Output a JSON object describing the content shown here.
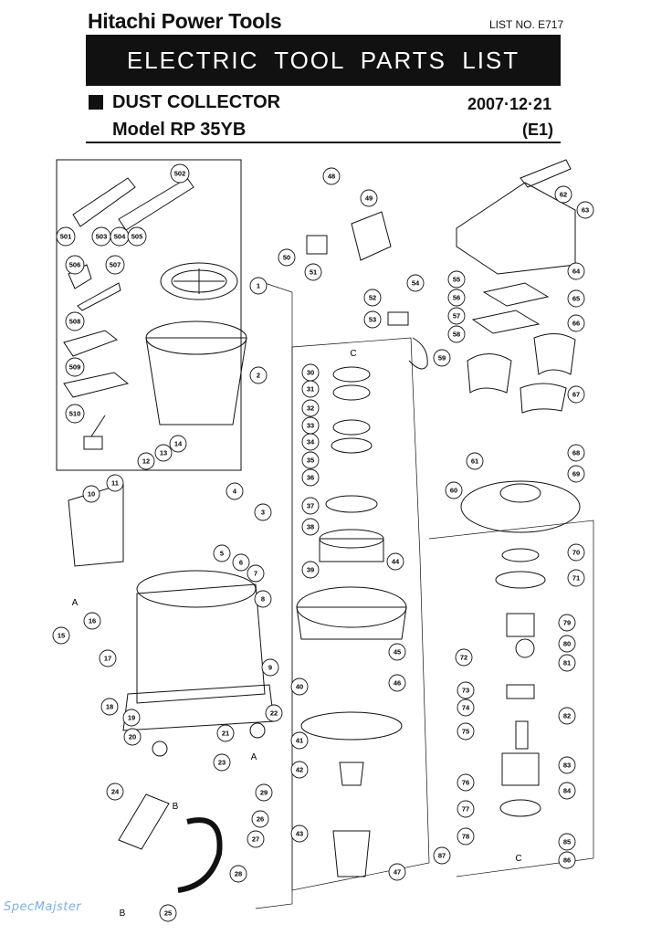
{
  "header": {
    "brand": "Hitachi Power Tools",
    "list_no": "LIST NO. E717",
    "banner": "ELECTRIC TOOL PARTS LIST",
    "category": "DUST COLLECTOR",
    "date": "2007·12·21",
    "model": "Model RP 35YB",
    "variant": "(E1)"
  },
  "letters": [
    "A",
    "B",
    "C"
  ],
  "part_numbers": [
    "1",
    "2",
    "3",
    "4",
    "5",
    "6",
    "7",
    "8",
    "9",
    "10",
    "11",
    "12",
    "13",
    "14",
    "15",
    "16",
    "17",
    "18",
    "19",
    "20",
    "21",
    "22",
    "23",
    "24",
    "25",
    "26",
    "27",
    "28",
    "29",
    "30",
    "31",
    "32",
    "33",
    "34",
    "35",
    "36",
    "37",
    "38",
    "39",
    "40",
    "41",
    "42",
    "43",
    "44",
    "45",
    "46",
    "47",
    "48",
    "49",
    "50",
    "51",
    "52",
    "53",
    "54",
    "55",
    "56",
    "57",
    "58",
    "59",
    "60",
    "61",
    "62",
    "63",
    "64",
    "65",
    "66",
    "67",
    "68",
    "69",
    "70",
    "71",
    "72",
    "73",
    "74",
    "75",
    "76",
    "77",
    "78",
    "79",
    "80",
    "81",
    "82",
    "83",
    "84",
    "85",
    "86",
    "87",
    "501",
    "502",
    "503",
    "504",
    "505",
    "506",
    "507",
    "508",
    "509",
    "510"
  ],
  "watermark": "SpecMajster",
  "colors": {
    "ink": "#111111",
    "banner_bg": "#111111",
    "banner_text": "#ffffff",
    "watermark": "#6aa3d8"
  }
}
